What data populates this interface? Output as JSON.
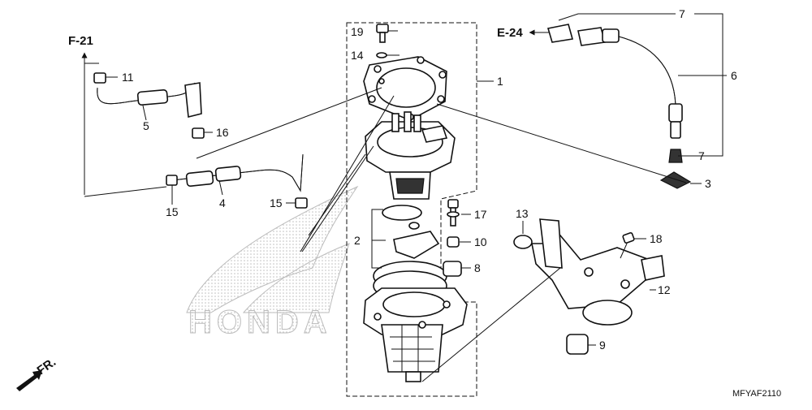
{
  "diagram": {
    "ref_labels": {
      "f21": "F-21",
      "e24": "E-24",
      "fr": "FR."
    },
    "code": "MFYAF2110",
    "watermark": "HONDA",
    "callouts": {
      "n1": "1",
      "n2": "2",
      "n3": "3",
      "n4": "4",
      "n5": "5",
      "n6": "6",
      "n7a": "7",
      "n7b": "7",
      "n8": "8",
      "n9": "9",
      "n10": "10",
      "n11": "11",
      "n12": "12",
      "n13": "13",
      "n14": "14",
      "n15a": "15",
      "n15b": "15",
      "n16": "16",
      "n17": "17",
      "n18": "18",
      "n19": "19"
    }
  }
}
